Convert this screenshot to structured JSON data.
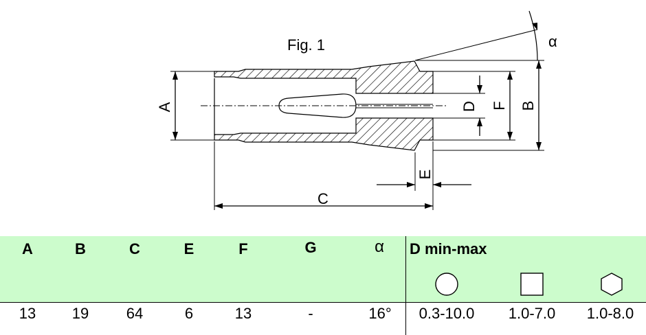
{
  "figure": {
    "title": "Fig. 1",
    "labels": {
      "A": "A",
      "B": "B",
      "C": "C",
      "D": "D",
      "E": "E",
      "F": "F",
      "alpha": "α"
    }
  },
  "table": {
    "headers": {
      "A": "A",
      "B": "B",
      "C": "C",
      "E": "E",
      "F": "F",
      "G": "G",
      "alpha": "α",
      "D": "D min-max"
    },
    "shapes": [
      "circle-icon",
      "square-icon",
      "hexagon-icon"
    ],
    "values": {
      "A": "13",
      "B": "19",
      "C": "64",
      "E": "6",
      "F": "13",
      "G": "-",
      "alpha": "16°"
    },
    "d_values": {
      "circle": "0.3-10.0",
      "square": "1.0-7.0",
      "hexagon": "1.0-8.0"
    }
  },
  "colors": {
    "header_bg": "#ccfccc",
    "line": "#000000"
  }
}
